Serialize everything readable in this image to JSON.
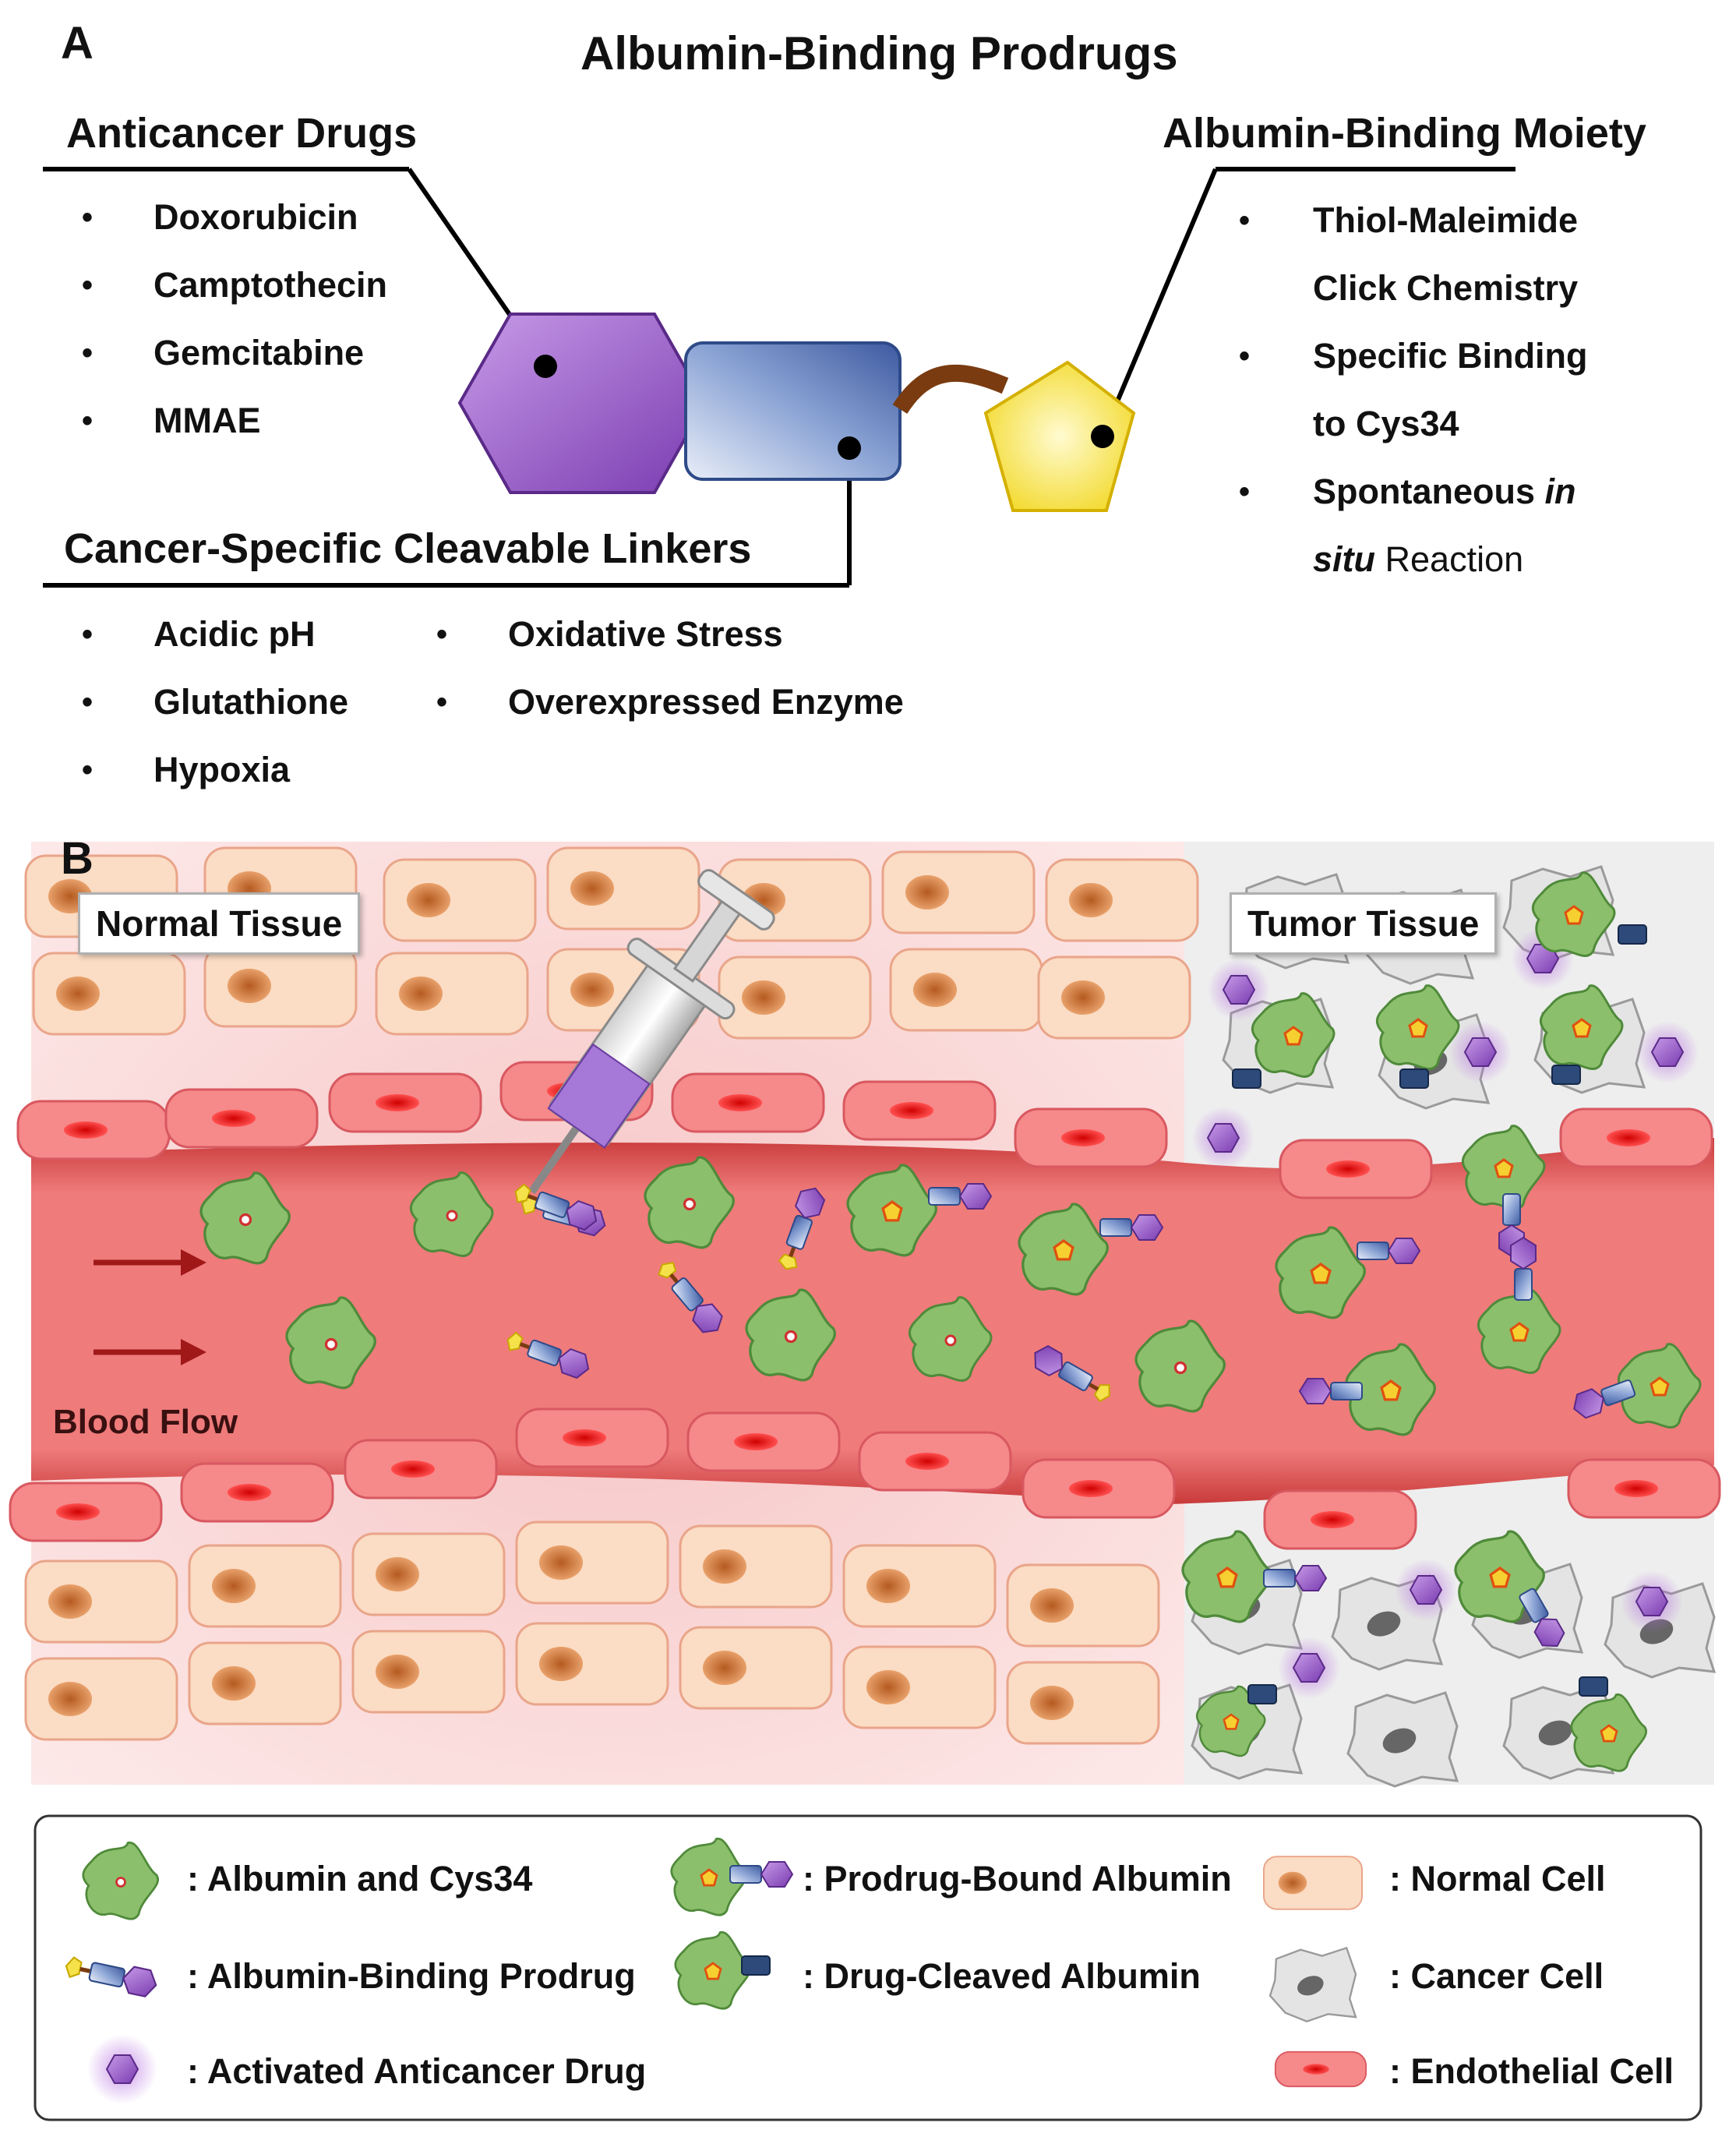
{
  "panel_a": {
    "label": "A",
    "title": "Albumin-Binding Prodrugs",
    "anticancer": {
      "heading": "Anticancer Drugs",
      "items": [
        "Doxorubicin",
        "Camptothecin",
        "Gemcitabine",
        "MMAE"
      ]
    },
    "moiety": {
      "heading": "Albumin-Binding Moiety",
      "items": [
        "Thiol-Maleimide",
        "Click Chemistry",
        "Specific Binding",
        "to Cys34",
        "Spontaneous",
        "in",
        "situ",
        "Reaction"
      ]
    },
    "linkers": {
      "heading": "Cancer-Specific Cleavable Linkers",
      "col1": [
        "Acidic pH",
        "Glutathione",
        "Hypoxia"
      ],
      "col2": [
        "Oxidative Stress",
        "Overexpressed Enzyme"
      ]
    },
    "bullet": "•",
    "colors": {
      "drug": "#8e4fc3",
      "linker": "#5a78b8",
      "moiety": "#f5e24a",
      "tether": "#7a3b10"
    }
  },
  "panel_b": {
    "label": "B",
    "normal_tissue": "Normal Tissue",
    "tumor_tissue": "Tumor Tissue",
    "blood_flow": "Blood Flow",
    "colors": {
      "vessel": "#e86a6a",
      "normal_cell": "#fbd9bd",
      "nucleus": "#c0662a",
      "endothelial": "#f47f80",
      "albumin": "#8cbf6c",
      "cancer_cell": "#d9d9d9"
    }
  },
  "legend": {
    "albumin": ": Albumin and Cys34",
    "prodrug_bound": ": Prodrug-Bound Albumin",
    "normal_cell": ": Normal Cell",
    "prodrug": ": Albumin-Binding Prodrug",
    "drug_cleaved": ": Drug-Cleaved Albumin",
    "cancer_cell": ": Cancer Cell",
    "activated_drug": ": Activated Anticancer Drug",
    "endothelial_cell": ": Endothelial Cell"
  }
}
